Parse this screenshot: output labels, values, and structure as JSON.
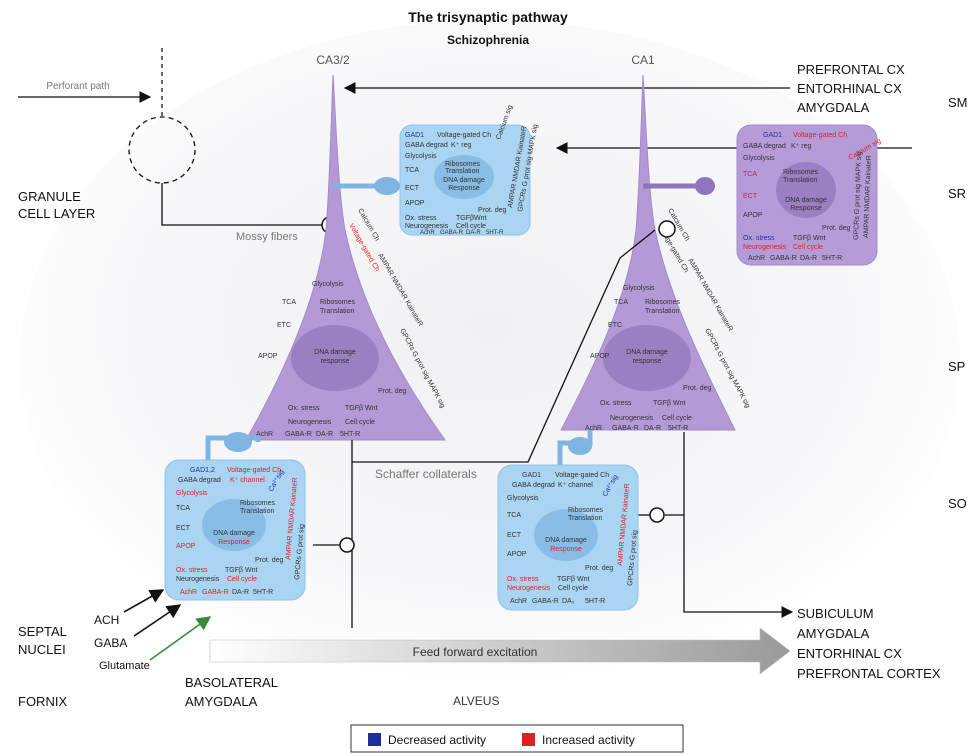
{
  "title": "The trisynaptic pathway",
  "subtitle": "Schizophrenia",
  "regions": {
    "ca3": "CA3/2",
    "ca1": "CA1"
  },
  "layers": {
    "sm": "SM",
    "sr": "SR",
    "sp": "SP",
    "so": "SO"
  },
  "left_labels": {
    "perforant": "Perforant path",
    "granule_1": "GRANULE",
    "granule_2": "CELL LAYER",
    "mossy": "Mossy fibers",
    "schaffer": "Schaffer collaterals",
    "septal_1": "SEPTAL",
    "septal_2": "NUCLEI",
    "fornix": "FORNIX",
    "ach": "ACH",
    "gaba": "GABA",
    "glutamate": "Glutamate",
    "baso_1": "BASOLATERAL",
    "baso_2": "AMYGDALA",
    "alveus": "ALVEUS",
    "feed_forward": "Feed forward excitation"
  },
  "inputs_top": [
    "PREFRONTAL CX",
    "ENTORHINAL CX",
    "AMYGDALA"
  ],
  "outputs": [
    "SUBICULUM",
    "AMYGDALA",
    "ENTORHINAL CX",
    "PREFRONTAL CORTEX"
  ],
  "legend": {
    "decreased": "Decreased activity",
    "increased": "Increased activity",
    "decreased_color": "#1f2f9a",
    "increased_color": "#e02020"
  },
  "colors": {
    "neuron": "#b39ad6",
    "neuron_dark": "#9a80c4",
    "box_blue": "#a9d4f2",
    "box_purple": "#b59bd8",
    "nucleus_blue": "#89bde6",
    "nucleus_purple": "#9a7fc2"
  },
  "boxes": {
    "ca3_top": {
      "gad": "GAD1",
      "vgc": "Voltage-gated Ch",
      "gabad": "GABA degrad",
      "kreg": "K⁺ reg",
      "glyco": "Glycolysis",
      "tca": "TCA",
      "ribo": "Ribosomes",
      "transl": "Translation",
      "ect": "ECT",
      "dna1": "DNA damage",
      "dna2": "Response",
      "apop": "APOP",
      "protdeg": "Prot. deg",
      "ox": "Ox. stress",
      "tgf": "TGFβ",
      "wnt": "Wnt",
      "neuro": "Neurogenesis",
      "cell": "Cell cycle",
      "achr": "AchR",
      "gabar": "GABA-R",
      "dar": "DA-R",
      "ht": "5HT-R",
      "side1": "Calcium sig",
      "side2": "AMPAR NMDAR KainateR",
      "side3": "GPCRs G prot sig MAPK sig"
    },
    "ca1_top": {
      "gad": "GAD1",
      "vgc": "Voltage-gated Ch",
      "gabad": "GABA degrad",
      "kreg": "K⁺ reg",
      "glyco": "Glycolysis",
      "tca": "TCA",
      "ribo": "Ribosomes",
      "transl": "Translation",
      "ect": "ECT",
      "dna1": "DNA damage",
      "dna2": "Response",
      "apop": "APOP",
      "protdeg": "Prot. deg",
      "ox": "Ox. stress",
      "tgf": "TGFβ",
      "wnt": "Wnt",
      "neuro": "Neurogenesis",
      "cell": "Cell cycle",
      "achr": "AchR",
      "gabar": "GABA-R",
      "dar": "DA-R",
      "ht": "5HT-R",
      "side1": "Calcium sig",
      "side2": "AMPAR NMDAR KainateR",
      "side3": "GPCRs G prot sig MAPK sig"
    },
    "ca3_soma": {
      "glyco": "Glycolysis",
      "tca": "TCA",
      "ribo": "Ribosomes",
      "transl": "Translation",
      "etc": "ETC",
      "dna1": "DNA damage",
      "dna2": "response",
      "apop": "APOP",
      "protdeg": "Prot. deg",
      "ox": "Ox. stress",
      "tgf": "TGFβ",
      "wnt": "Wnt",
      "neuro": "Neurogenesis",
      "cell": "Cell cycle",
      "achr": "AchR",
      "gabar": "GABA-R",
      "dar": "DA-R",
      "ht": "5HT-R",
      "side1": "Calcium Ch",
      "side2": "Voltage-gated Ch",
      "side3": "AMPAR NMDAR KainateR",
      "side4": "GPCRs G prot sig MAPK sig"
    },
    "ca1_soma": {
      "glyco": "Glycolysis",
      "tca": "TCA",
      "ribo": "Ribosomes",
      "transl": "Translation",
      "etc": "ETC",
      "dna1": "DNA damage",
      "dna2": "response",
      "apop": "APOP",
      "protdeg": "Prot. deg",
      "ox": "Ox. stress",
      "tgf": "TGFβ",
      "wnt": "Wnt",
      "neuro": "Neurogenesis",
      "cell": "Cell cycle",
      "achr": "AchR",
      "gabar": "GABA-R",
      "dar": "DA-R",
      "ht": "5HT-R",
      "side1": "Calcium Ch",
      "side2": "Voltage-gated Ch",
      "side3": "AMPAR NMDAR KainateR",
      "side4": "GPCRs G prot sig MAPK sig"
    },
    "ca3_bottom": {
      "gad": "GAD1,2",
      "vgc": "Voltage-gated Ch",
      "gabad": "GABA degrad",
      "kch": "K⁺ channel",
      "glyco": "Glycolysis",
      "tca": "TCA",
      "ribo": "Ribosomes",
      "transl": "Translation",
      "ect": "ECT",
      "dna1": "DNA damage",
      "dna2": "Response",
      "apop": "APOP",
      "protdeg": "Prot. deg",
      "ox": "Ox. stress",
      "tgf": "TGFβ",
      "wnt": "Wnt",
      "neuro": "Neurogenesis",
      "cell": "Cell cycle",
      "achr": "AchR",
      "gabar": "GABA-R",
      "dar": "DA-R",
      "ht": "5HT-R",
      "side1": "Ca²⁺sig",
      "side2": "AMPAR NMDAR KainateR",
      "side3": "GPCRs G prot sig"
    },
    "ca1_bottom": {
      "gad": "GAD1",
      "vgc": "Voltage-gated Ch",
      "gabad": "GABA degrad",
      "kch": "K⁺ channel",
      "glyco": "Glycolysis",
      "tca": "TCA",
      "ribo": "Ribosomes",
      "transl": "Translation",
      "ect": "ECT",
      "dna1": "DNA damage",
      "dna2": "Response",
      "apop": "APOP",
      "protdeg": "Prot. deg",
      "ox": "Ox. stress",
      "tgf": "TGFβ",
      "wnt": "Wnt",
      "neuro": "Neurogenesis",
      "cell": "Cell cycle",
      "achr": "AchR",
      "gabar": "GABA-R",
      "dar": "DA₂",
      "ht": "5HT-R",
      "side1": "Ca²⁺sig",
      "side2": "AMPAR NMDAR KainateR",
      "side3": "GPCRs G prot sig"
    }
  }
}
